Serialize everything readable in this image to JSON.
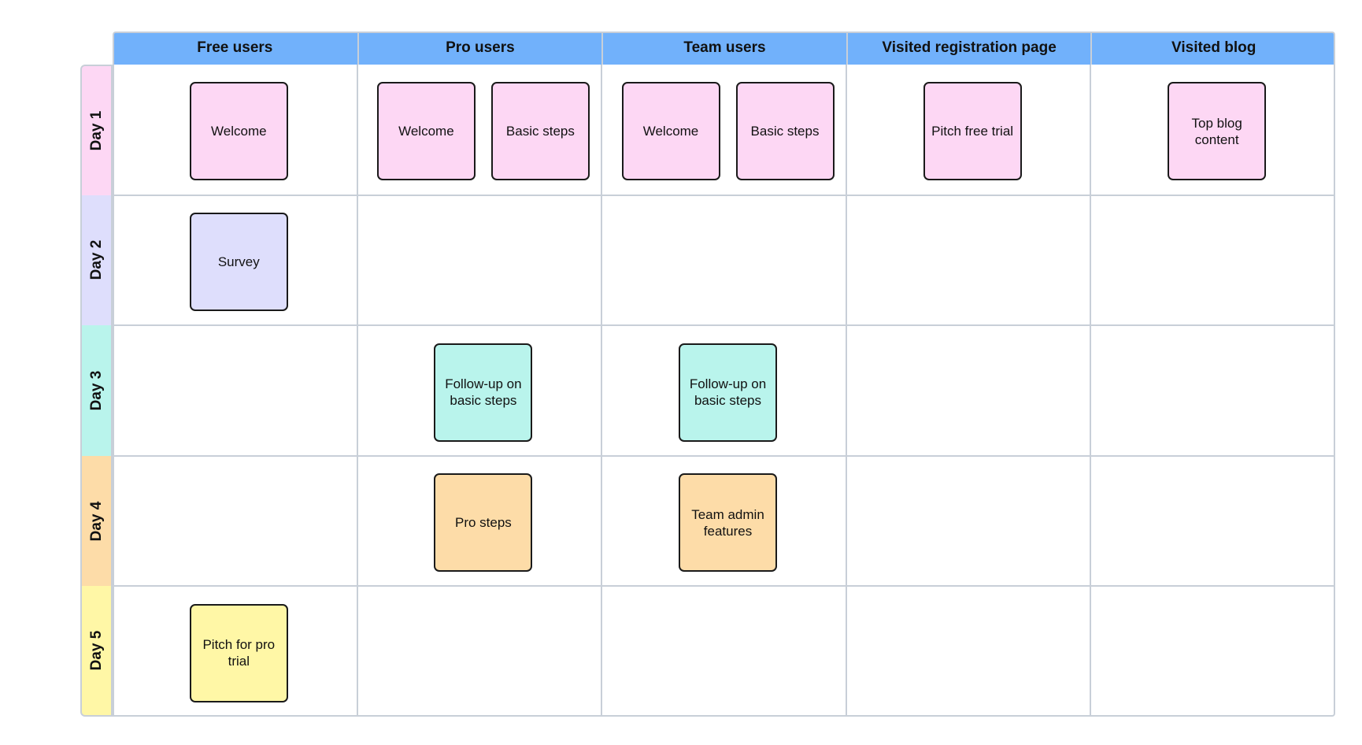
{
  "columns": [
    {
      "label": "Free users"
    },
    {
      "label": "Pro users"
    },
    {
      "label": "Team users"
    },
    {
      "label": "Visited registration page"
    },
    {
      "label": "Visited blog"
    }
  ],
  "rows": [
    {
      "label": "Day 1",
      "color": "#fdd7f4"
    },
    {
      "label": "Day 2",
      "color": "#dedefc"
    },
    {
      "label": "Day 3",
      "color": "#b9f4ec"
    },
    {
      "label": "Day 4",
      "color": "#fddca8"
    },
    {
      "label": "Day 5",
      "color": "#fff7a6"
    }
  ],
  "header_color": "#71b1fb",
  "cards": [
    {
      "row": 0,
      "col": 0,
      "slot": "single",
      "text": "Welcome"
    },
    {
      "row": 0,
      "col": 1,
      "slot": "left",
      "text": "Welcome"
    },
    {
      "row": 0,
      "col": 1,
      "slot": "right",
      "text": "Basic steps"
    },
    {
      "row": 0,
      "col": 2,
      "slot": "left",
      "text": "Welcome"
    },
    {
      "row": 0,
      "col": 2,
      "slot": "right",
      "text": "Basic steps"
    },
    {
      "row": 0,
      "col": 3,
      "slot": "single",
      "text": "Pitch free trial"
    },
    {
      "row": 0,
      "col": 4,
      "slot": "single",
      "text": "Top blog content"
    },
    {
      "row": 1,
      "col": 0,
      "slot": "single",
      "text": "Survey"
    },
    {
      "row": 2,
      "col": 1,
      "slot": "single",
      "text": "Follow-up on basic steps"
    },
    {
      "row": 2,
      "col": 2,
      "slot": "single",
      "text": "Follow-up on basic steps"
    },
    {
      "row": 3,
      "col": 1,
      "slot": "single",
      "text": "Pro steps"
    },
    {
      "row": 3,
      "col": 2,
      "slot": "single",
      "text": "Team admin features"
    },
    {
      "row": 4,
      "col": 0,
      "slot": "single",
      "text": "Pitch for pro trial"
    }
  ]
}
